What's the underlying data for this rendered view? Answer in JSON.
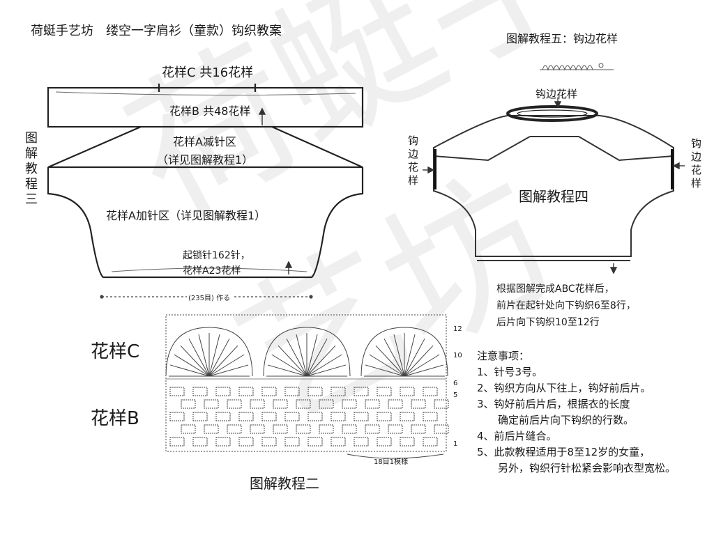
{
  "header": {
    "title": "荷蜓手艺坊　缕空一字肩衫（童款）钩织教案",
    "right_title": "图解教程五：钩边花样"
  },
  "left_diagram": {
    "pattern_c_label": "花样C 共16花样",
    "pattern_b_label": "花样B 共48花样",
    "decrease_label": "花样A减针区",
    "decrease_detail": "（详见图解教程1）",
    "increase_label": "花样A加针区（详见图解教程1）",
    "side_label": "图解教程三",
    "start_chain": "起锁针162针，",
    "start_pattern": "花样A23花样",
    "measure": "(235目) 作る"
  },
  "right_diagram": {
    "edge_label_top": "钩边花样",
    "edge_label_left": "钩边花样",
    "edge_label_right": "钩边花样",
    "center_label": "图解教程四",
    "instructions": [
      "根据图解完成ABC花样后，",
      "前片在起针处向下钩织6至8行，",
      "后片向下钩织10至12行"
    ]
  },
  "chart": {
    "pattern_c": "花样C",
    "pattern_b": "花样B",
    "row_labels": [
      "12",
      "10",
      "6",
      "5",
      "1"
    ],
    "repeat_label": "18目1模様",
    "caption": "图解教程二"
  },
  "notes": {
    "heading": "注意事项：",
    "items": [
      "1、针号3号。",
      "2、钩织方向从下往上，钩好前后片。",
      "3、钩好前后片后，根据衣的长度",
      "　　确定前后片向下钩织的行数。",
      "4、前后片缝合。",
      "5、此款教程适用于8至12岁的女童，",
      "　　另外，钩织行针松紧会影响衣型宽松。"
    ]
  },
  "watermark": "荷蜓手艺坊"
}
